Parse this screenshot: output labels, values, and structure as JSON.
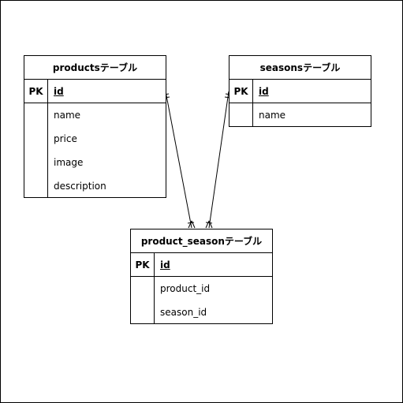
{
  "products": {
    "title": "productsテーブル",
    "pk_label": "PK",
    "pk_field": "id",
    "fields": [
      "name",
      "price",
      "image",
      "description"
    ]
  },
  "seasons": {
    "title": "seasonsテーブル",
    "pk_label": "PK",
    "pk_field": "id",
    "fields": [
      "name"
    ]
  },
  "product_season": {
    "title": "product_seasonテーブル",
    "pk_label": "PK",
    "pk_field": "id",
    "fields": [
      "product_id",
      "season_id"
    ]
  },
  "relationships": [
    {
      "from": "products",
      "to": "product_season",
      "from_cardinality": "one-and-only-one",
      "to_cardinality": "one-or-many"
    },
    {
      "from": "seasons",
      "to": "product_season",
      "from_cardinality": "one-and-only-one",
      "to_cardinality": "one-or-many"
    }
  ]
}
